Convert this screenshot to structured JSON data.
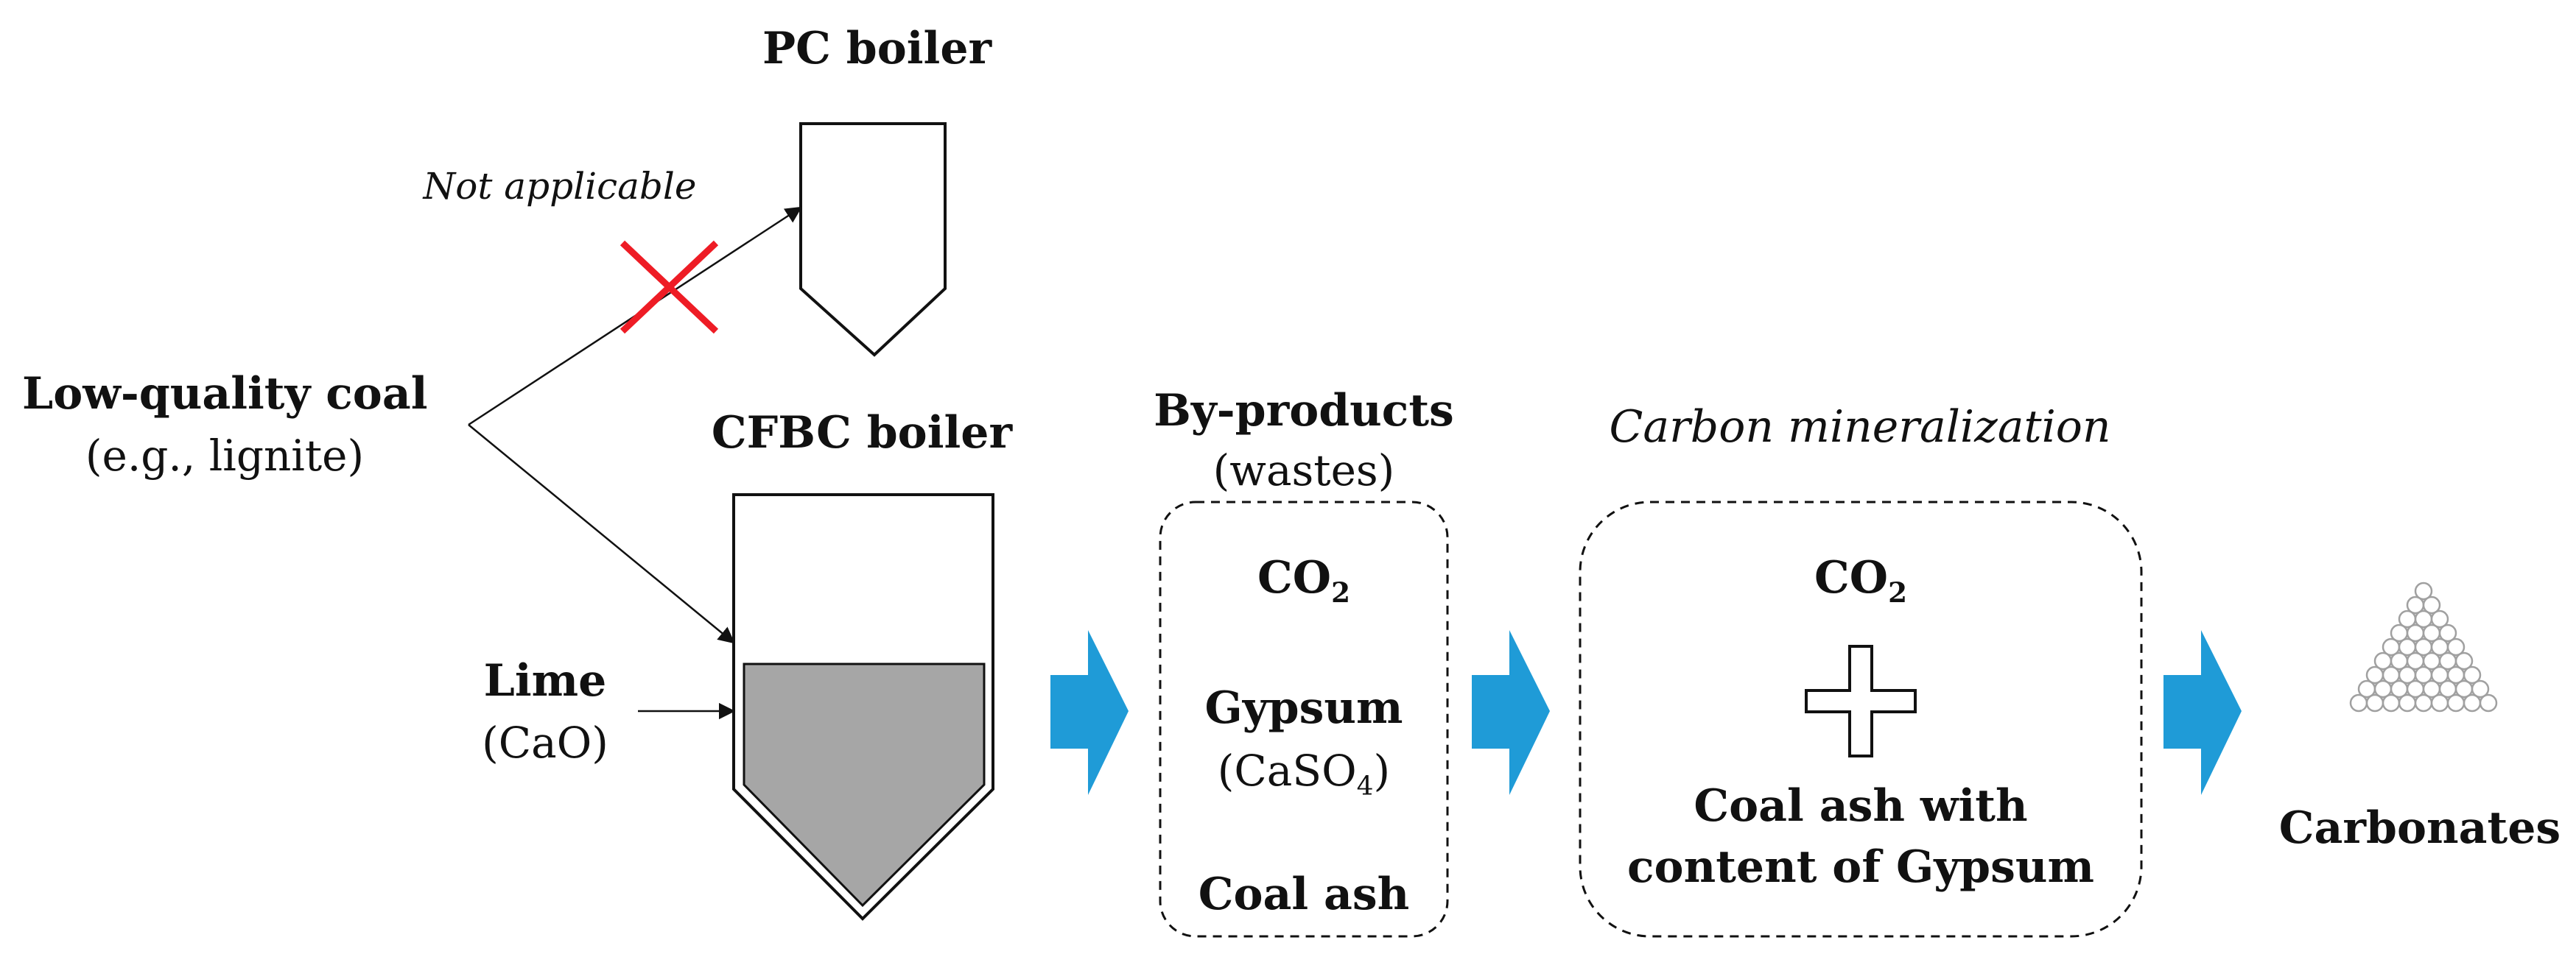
{
  "colors": {
    "arrow_blue": "#1f9bd7",
    "cross_red": "#ee1c25",
    "fill_gray": "#a6a6a6",
    "ball_gray": "#a0a0a0"
  },
  "labels": {
    "pc_boiler": "PC boiler",
    "not_applicable": "Not applicable",
    "coal_title": "Low-quality coal",
    "coal_sub": "(e.g., lignite)",
    "cfbc_boiler": "CFBC boiler",
    "lime_title": "Lime",
    "lime_sub": "(CaO)",
    "byproducts_title": "By-products",
    "byproducts_sub": "(wastes)",
    "co2_main": "CO",
    "co2_subscript": "2",
    "gypsum": "Gypsum",
    "caso4_main": "(CaSO",
    "caso4_subscript": "4",
    "caso4_close": ")",
    "coal_ash": "Coal ash",
    "carbon_mineralization": "Carbon mineralization",
    "co2_main_2": "CO",
    "co2_subscript_2": "2",
    "ash_line1": "Coal ash with",
    "ash_line2": "content of Gypsum",
    "carbonates": "Carbonates"
  }
}
